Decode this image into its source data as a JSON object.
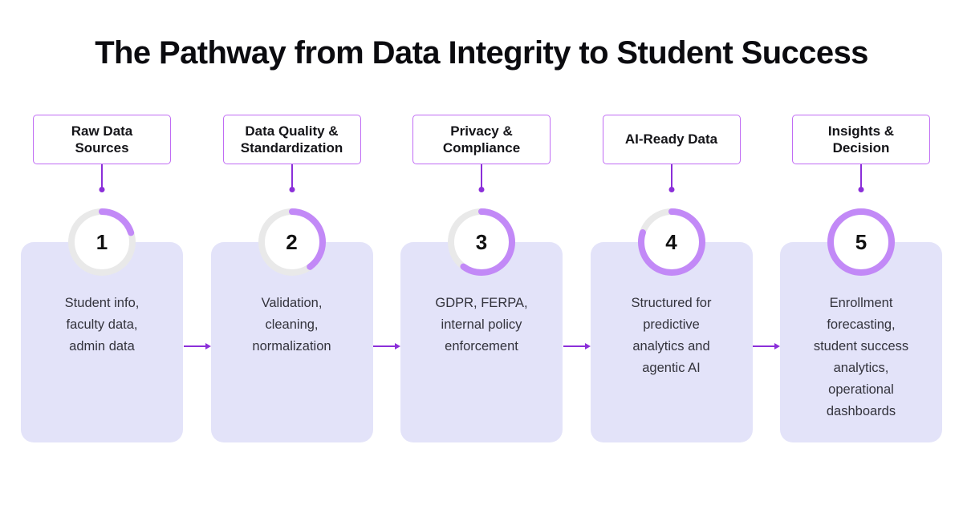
{
  "title": "The Pathway from Data Integrity to Student Success",
  "colors": {
    "title_color": "#0b0b0f",
    "accent_border": "#c06cf4",
    "connector": "#8b2fd9",
    "ring_track": "#e9e9e9",
    "ring_progress": "#c289f7",
    "card_bg": "#e3e3f9",
    "card_text": "#33333c"
  },
  "stages": [
    {
      "label": "Raw Data\nSources",
      "number": "1",
      "progress_percent": 20,
      "description": "Student info,\nfaculty data,\nadmin data"
    },
    {
      "label": "Data Quality &\nStandardization",
      "number": "2",
      "progress_percent": 40,
      "description": "Validation,\ncleaning,\nnormalization"
    },
    {
      "label": "Privacy &\nCompliance",
      "number": "3",
      "progress_percent": 60,
      "description": "GDPR, FERPA,\ninternal policy\nenforcement"
    },
    {
      "label": "AI-Ready Data",
      "number": "4",
      "progress_percent": 80,
      "description": "Structured for\npredictive\nanalytics and\nagentic AI"
    },
    {
      "label": "Insights &\nDecision",
      "number": "5",
      "progress_percent": 100,
      "description": "Enrollment\nforecasting,\nstudent success\nanalytics,\noperational\ndashboards"
    }
  ]
}
